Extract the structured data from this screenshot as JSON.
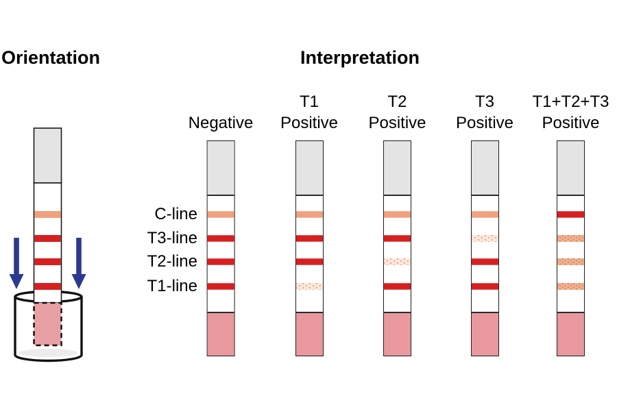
{
  "figure": {
    "orientation": {
      "title": "Orientation",
      "strip_bands": {
        "c": "control",
        "t3": "strong",
        "t2": "strong",
        "t1": "strong"
      },
      "arrow_icon": "down-arrow-icon",
      "cup": "sample-cup"
    },
    "interpretation": {
      "title": "Interpretation",
      "row_labels": [
        "C-line",
        "T3-line",
        "T2-line",
        "T1-line"
      ],
      "strips": [
        {
          "id": "negative",
          "label_lines": [
            "Negative"
          ],
          "bands": {
            "c": "control",
            "t3": "strong",
            "t2": "strong",
            "t1": "strong"
          }
        },
        {
          "id": "t1-positive",
          "label_lines": [
            "T1",
            "Positive"
          ],
          "bands": {
            "c": "control",
            "t3": "strong",
            "t2": "strong",
            "t1": "faint"
          }
        },
        {
          "id": "t2-positive",
          "label_lines": [
            "T2",
            "Positive"
          ],
          "bands": {
            "c": "control",
            "t3": "strong",
            "t2": "faint",
            "t1": "strong"
          }
        },
        {
          "id": "t3-positive",
          "label_lines": [
            "T3",
            "Positive"
          ],
          "bands": {
            "c": "control",
            "t3": "faint",
            "t2": "strong",
            "t1": "strong"
          }
        },
        {
          "id": "t1-t2-t3-positive",
          "label_lines": [
            "T1+T2+T3",
            "Positive"
          ],
          "bands": {
            "c": "strong",
            "t3": "medium",
            "t2": "medium",
            "t1": "medium"
          }
        }
      ]
    },
    "colors": {
      "band_strong": "#D62020",
      "band_control": "#F1A17E",
      "band_faint_bg": "#FBE8DD",
      "band_faint_dot": "#EFA98C",
      "band_medium_bg": "#F1B292",
      "band_medium_dot": "#DE8C62",
      "top_pad": "#E4E4E4",
      "bottom_pad": "#E9989D",
      "submerged_pad": "#E9A0A5",
      "arrow": "#2B3990",
      "strip_border": "#1A1A1A"
    }
  }
}
